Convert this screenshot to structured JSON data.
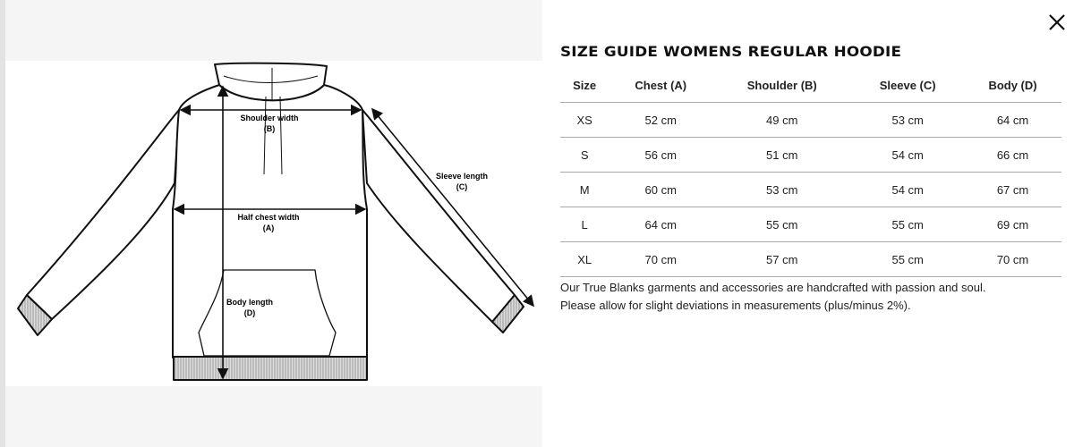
{
  "title": "SIZE GUIDE WOMENS REGULAR HOODIE",
  "close_icon": "close-icon",
  "diagram": {
    "shoulder_label": "Shoulder width",
    "shoulder_code": "(B)",
    "chest_label": "Half chest width",
    "chest_code": "(A)",
    "sleeve_label": "Sleeve length",
    "sleeve_code": "(C)",
    "body_label": "Body length",
    "body_code": "(D)"
  },
  "table": {
    "headers": [
      "Size",
      "Chest (A)",
      "Shoulder (B)",
      "Sleeve (C)",
      "Body (D)"
    ],
    "rows": [
      [
        "XS",
        "52 cm",
        "49 cm",
        "53 cm",
        "64 cm"
      ],
      [
        "S",
        "56 cm",
        "51 cm",
        "54 cm",
        "66 cm"
      ],
      [
        "M",
        "60 cm",
        "53 cm",
        "54 cm",
        "67 cm"
      ],
      [
        "L",
        "64 cm",
        "55 cm",
        "55 cm",
        "69 cm"
      ],
      [
        "XL",
        "70 cm",
        "57 cm",
        "55 cm",
        "70 cm"
      ]
    ]
  },
  "note": {
    "line1": "Our True Blanks garments and accessories are handcrafted with passion and soul.",
    "line2": "Please allow for slight deviations in measurements (plus/minus 2%)."
  }
}
